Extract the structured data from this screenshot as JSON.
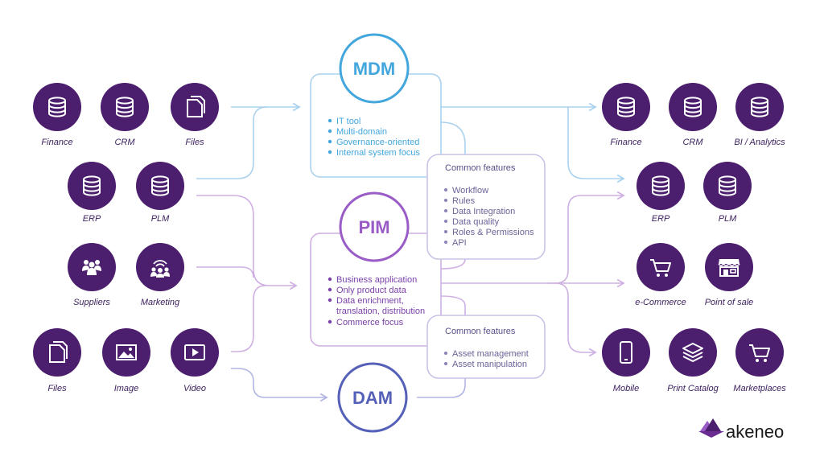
{
  "colors": {
    "purple": "#4b1e6e",
    "mdm": "#43a6dc",
    "pim": "#9a5cc6",
    "dam": "#5560b8",
    "line_blue": "#aad2ef",
    "line_purple": "#cfb0e3",
    "line_violet": "#b0b5e3",
    "feature_border": "#c9c2e6"
  },
  "left_nodes": {
    "finance": {
      "label": "Finance",
      "icon": "database-icon"
    },
    "crm": {
      "label": "CRM",
      "icon": "database-icon"
    },
    "files_top": {
      "label": "Files",
      "icon": "files-icon"
    },
    "erp": {
      "label": "ERP",
      "icon": "database-icon"
    },
    "plm": {
      "label": "PLM",
      "icon": "database-icon"
    },
    "suppliers": {
      "label": "Suppliers",
      "icon": "people-group-icon"
    },
    "marketing": {
      "label": "Marketing",
      "icon": "broadcast-people-icon"
    },
    "files_bottom": {
      "label": "Files",
      "icon": "files-icon"
    },
    "image": {
      "label": "Image",
      "icon": "image-icon"
    },
    "video": {
      "label": "Video",
      "icon": "video-icon"
    }
  },
  "right_nodes": {
    "finance": {
      "label": "Finance",
      "icon": "database-icon"
    },
    "crm": {
      "label": "CRM",
      "icon": "database-icon"
    },
    "bi": {
      "label": "BI / Analytics",
      "icon": "database-icon"
    },
    "erp": {
      "label": "ERP",
      "icon": "database-icon"
    },
    "plm": {
      "label": "PLM",
      "icon": "database-icon"
    },
    "ecommerce": {
      "label": "e-Commerce",
      "icon": "cart-icon"
    },
    "pos": {
      "label": "Point of sale",
      "icon": "store-icon"
    },
    "mobile": {
      "label": "Mobile",
      "icon": "mobile-icon"
    },
    "print": {
      "label": "Print Catalog",
      "icon": "layers-icon"
    },
    "marketplaces": {
      "label": "Marketplaces",
      "icon": "cart-icon"
    }
  },
  "mdm": {
    "title": "MDM",
    "items": [
      "IT tool",
      "Multi-domain",
      "Governance-oriented",
      "Internal system focus"
    ]
  },
  "pim": {
    "title": "PIM",
    "items": [
      "Business application",
      "Only product data",
      "Data enrichment,",
      "translation, distribution",
      "Commerce focus"
    ]
  },
  "dam": {
    "title": "DAM"
  },
  "features_top": {
    "title": "Common features",
    "items": [
      "Workflow",
      "Rules",
      "Data Integration",
      "Data quality",
      "Roles & Permissions",
      "API"
    ]
  },
  "features_bottom": {
    "title": "Common features",
    "items": [
      "Asset management",
      "Asset manipulation"
    ]
  },
  "logo": {
    "text": "akeneo",
    "icon": "akeneo-logo-icon"
  }
}
